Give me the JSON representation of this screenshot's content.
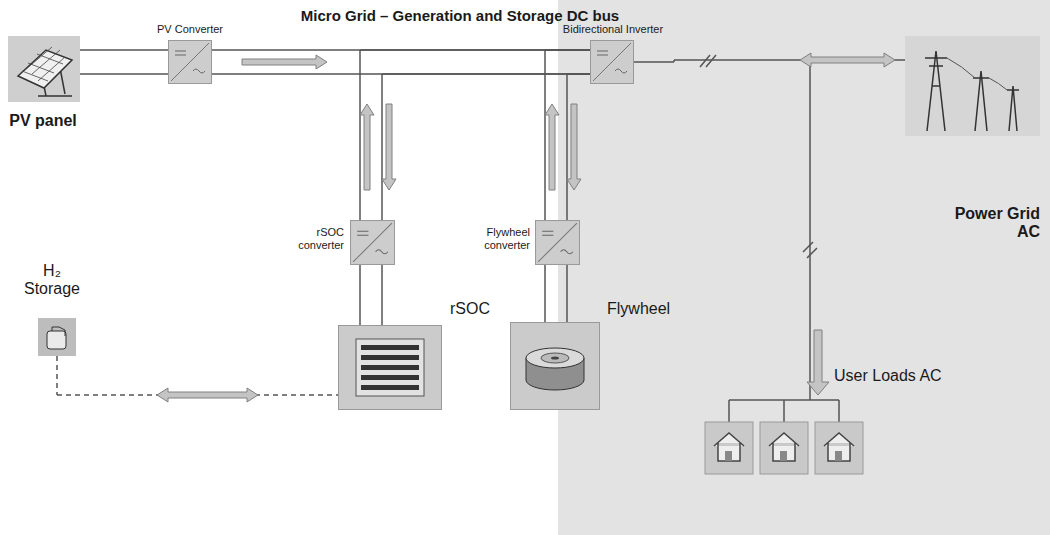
{
  "diagram": {
    "title": "Micro Grid – Generation and Storage DC bus",
    "nodes": [
      {
        "text": [
          "PV panel"
        ]
      },
      {
        "text": [
          "PV Converter"
        ]
      },
      {
        "text": [
          "Bidirectional Inverter"
        ]
      },
      {
        "text": [
          "Power Grid AC"
        ]
      },
      {
        "text": [
          "H₂ Storage"
        ]
      },
      {
        "text": [
          "rSOC converter"
        ]
      },
      {
        "text": [
          "rSOC"
        ]
      },
      {
        "text": [
          "Flywheel converter"
        ]
      },
      {
        "text": [
          "Flywheel"
        ]
      }
    ],
    "edges": [
      {
        "from": 0,
        "to": 1,
        "arrow": "none"
      },
      {
        "from": 1,
        "to": 2,
        "arrow": "to"
      },
      {
        "from": 5,
        "to": 2,
        "arrow": "both"
      },
      {
        "from": 7,
        "to": 2,
        "arrow": "both"
      },
      {
        "from": 2,
        "to": 3,
        "arrow": "both"
      },
      {
        "from": 4,
        "to": 6,
        "arrow": "both"
      },
      {
        "from": 6,
        "to": 5,
        "arrow": "none"
      },
      {
        "from": 8,
        "to": 7,
        "arrow": "none"
      }
    ],
    "labels": [
      "User Loads AC"
    ]
  }
}
